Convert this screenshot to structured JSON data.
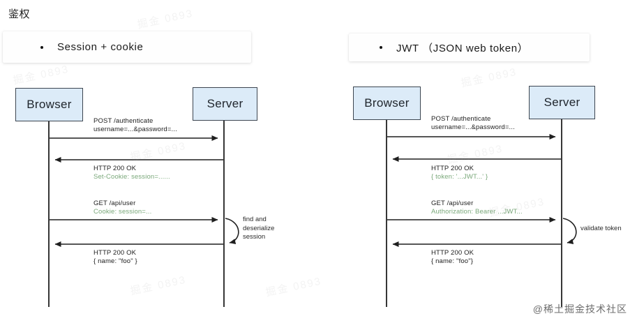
{
  "page": {
    "title": "鉴权",
    "watermark": "@稀土掘金技术社区",
    "ghost_watermark": "掘金 0893"
  },
  "cards": [
    {
      "id": "session-cookie",
      "bullet_text": "Session + cookie"
    },
    {
      "id": "jwt",
      "bullet_text": "JWT （JSON web token）"
    }
  ],
  "diagrams": [
    {
      "id": "session-cookie-flow",
      "actors": {
        "client": "Browser",
        "server": "Server"
      },
      "messages": [
        {
          "direction": "right",
          "main": "POST /authenticate",
          "sub": "",
          "sub_plain": "username=...&password=..."
        },
        {
          "direction": "left",
          "main": "HTTP 200 OK",
          "sub": "Set-Cookie: session=......"
        },
        {
          "direction": "right",
          "main": "GET /api/user",
          "sub": "Cookie: session=..."
        },
        {
          "direction": "left",
          "main": "HTTP 200 OK",
          "sub_plain2": "{ name: \"foo\" }"
        }
      ],
      "self_note": "find and\ndeserialize\nsession",
      "self_note_lines": [
        "find and",
        "deserialize",
        "session"
      ]
    },
    {
      "id": "jwt-flow",
      "actors": {
        "client": "Browser",
        "server": "Server"
      },
      "messages": [
        {
          "direction": "right",
          "main": "POST /authenticate",
          "sub_plain": "username=...&password=..."
        },
        {
          "direction": "left",
          "main": "HTTP 200 OK",
          "sub": "{ token: '...JWT...' }"
        },
        {
          "direction": "right",
          "main": "GET /api/user",
          "sub": "Authorization: Bearer ...JWT..."
        },
        {
          "direction": "left",
          "main": "HTTP 200 OK",
          "sub_plain2": "{ name: \"foo\"}"
        }
      ],
      "self_note_lines": [
        "validate token"
      ]
    }
  ],
  "labels": {
    "l_msg1_main": "POST /authenticate",
    "l_msg1_sub": "username=...&password=...",
    "l_msg2_main": "HTTP 200 OK",
    "l_msg2_sub": "Set-Cookie: session=......",
    "l_msg3_main": "GET /api/user",
    "l_msg3_sub": "Cookie: session=...",
    "l_msg4_main": "HTTP 200 OK",
    "l_msg4_sub": "{ name: \"foo\" }",
    "l_note1": "find and",
    "l_note2": "deserialize",
    "l_note3": "session",
    "r_msg1_main": "POST /authenticate",
    "r_msg1_sub": "username=...&password=...",
    "r_msg2_main": "HTTP 200 OK",
    "r_msg2_sub": "{ token: '...JWT...' }",
    "r_msg3_main": "GET /api/user",
    "r_msg3_sub": "Authorization: Bearer ...JWT...",
    "r_msg4_main": "HTTP 200 OK",
    "r_msg4_sub": "{ name: \"foo\"}",
    "r_note1": "validate token"
  },
  "colors": {
    "node_fill": "#dcebf8",
    "node_border": "#3c4550",
    "green_text": "#7aa87a",
    "line": "#1f1f1f",
    "page_bg": "#ffffff"
  }
}
